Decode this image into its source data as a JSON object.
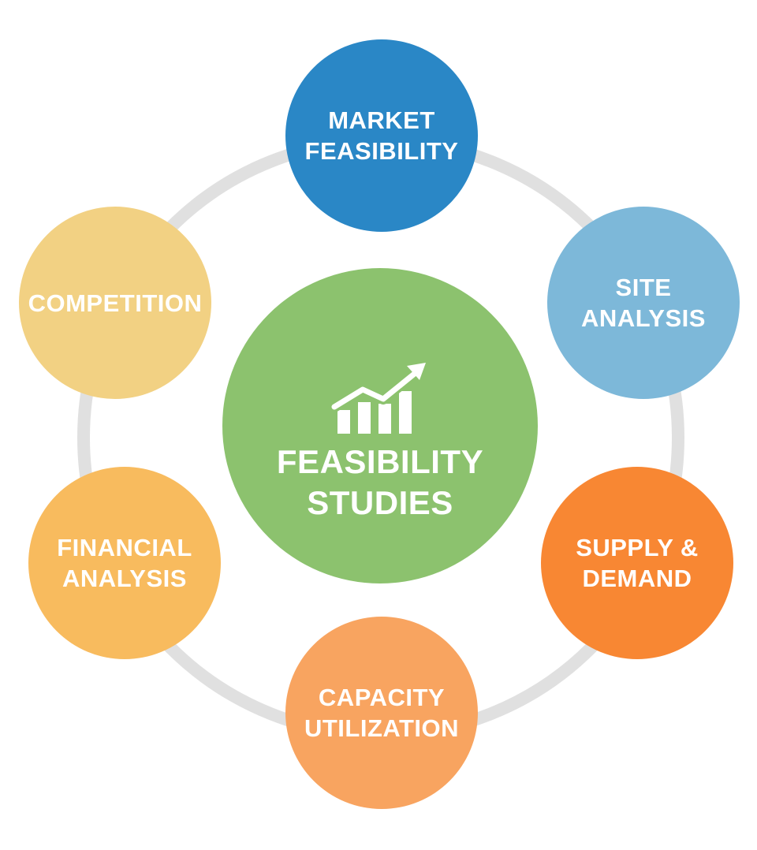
{
  "center": {
    "label_line1": "FEASIBILITY",
    "label_line2": "STUDIES",
    "color": "#8cc26e",
    "icon": "growth-chart-icon"
  },
  "nodes": {
    "market_feasibility": {
      "line1": "MARKET",
      "line2": "FEASIBILITY",
      "color": "#2a87c6"
    },
    "site_analysis": {
      "line1": "SITE",
      "line2": "ANALYSIS",
      "color": "#7db8d9"
    },
    "supply_demand": {
      "line1": "SUPPLY &",
      "line2": "DEMAND",
      "color": "#f88733"
    },
    "capacity_utilization": {
      "line1": "CAPACITY",
      "line2": "UTILIZATION",
      "color": "#f8a460"
    },
    "financial_analysis": {
      "line1": "FINANCIAL",
      "line2": "ANALYSIS",
      "color": "#f8bb5e"
    },
    "competition": {
      "line1": "COMPETITION",
      "color": "#f2d183"
    }
  },
  "ring_color": "#e0e0e0"
}
